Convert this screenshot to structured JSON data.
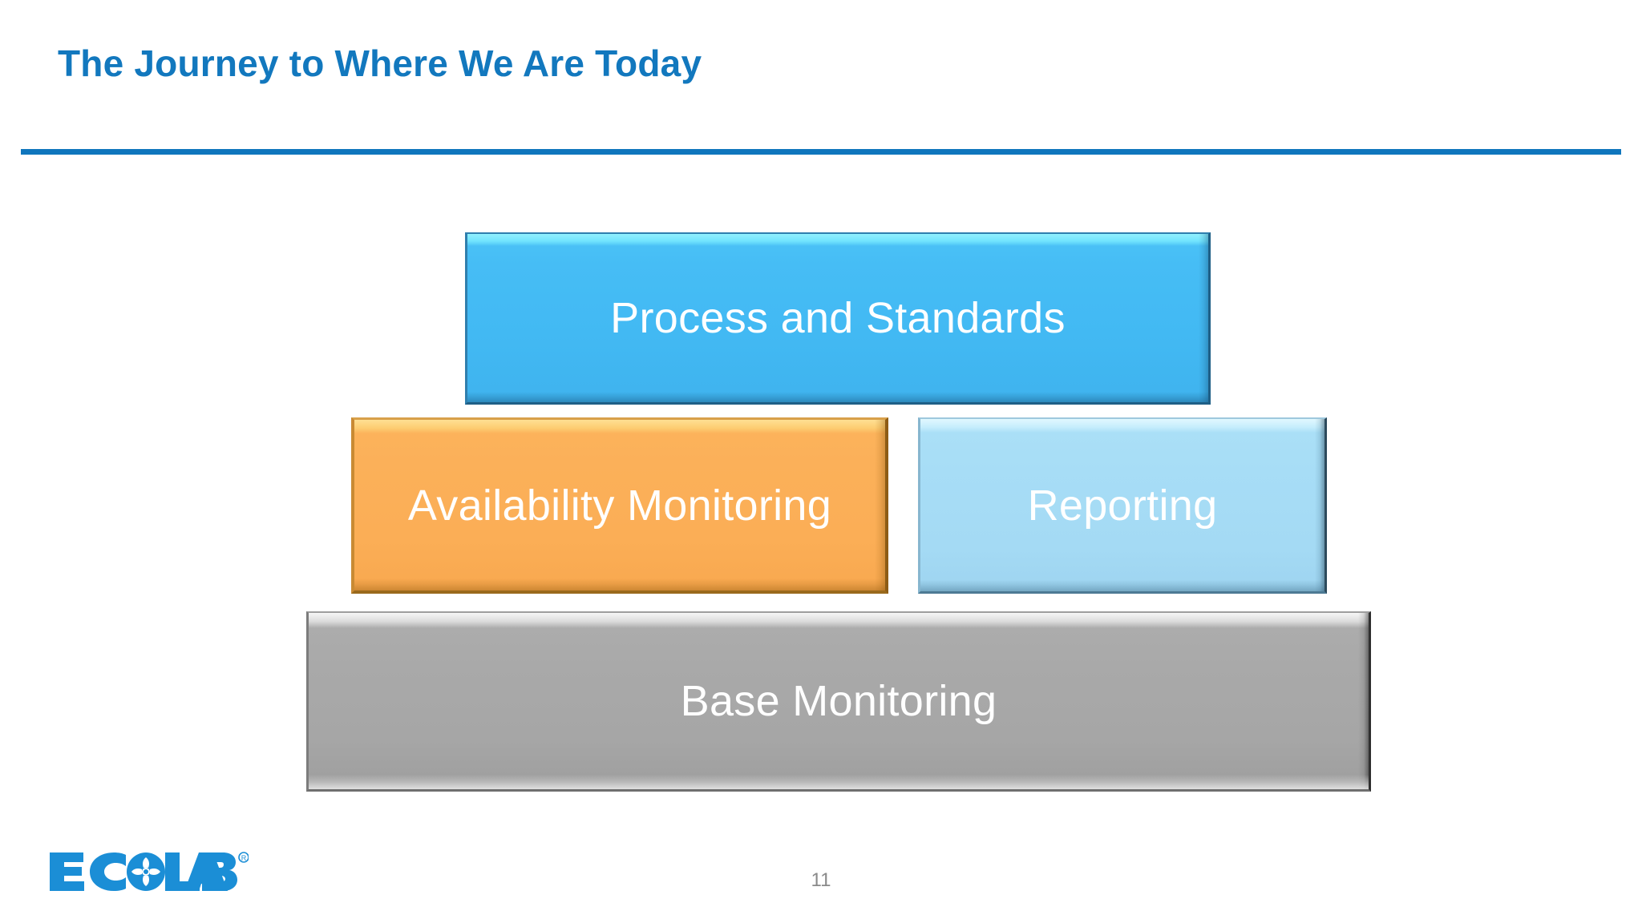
{
  "slide": {
    "title": "The Journey to Where We Are Today",
    "page_number": "11",
    "accent_color": "#1278be",
    "rule_color": "#0f76bd"
  },
  "pyramid": {
    "type": "layered-stack",
    "tiers": [
      {
        "id": "tier-top",
        "label": "Process and Standards",
        "color": "#44bcf4",
        "text_color": "#ffffff"
      },
      {
        "id": "tier-middle-left",
        "label": "Availability Monitoring",
        "color": "#fbb059",
        "text_color": "#ffffff"
      },
      {
        "id": "tier-middle-right",
        "label": "Reporting",
        "color": "#a7ddf6",
        "text_color": "#ffffff"
      },
      {
        "id": "tier-base",
        "label": "Base Monitoring",
        "color": "#a9a9a9",
        "text_color": "#ffffff"
      }
    ]
  },
  "footer": {
    "logo": {
      "name": "ecolab-logo",
      "wordmark": "ECOLAB",
      "registered_mark": "®",
      "color": "#1b8ed6"
    }
  }
}
